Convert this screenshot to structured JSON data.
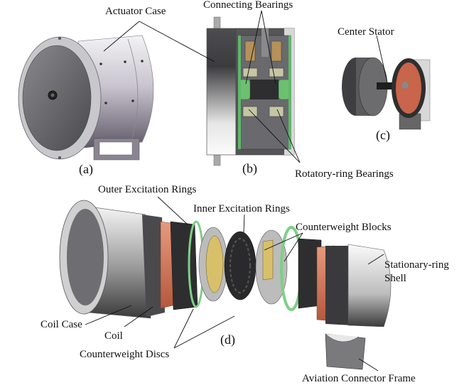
{
  "figure": {
    "panels": [
      {
        "id": "a",
        "caption": "(a)"
      },
      {
        "id": "b",
        "caption": "(b)"
      },
      {
        "id": "c",
        "caption": "(c)"
      },
      {
        "id": "d",
        "caption": "(d)"
      }
    ],
    "labels": {
      "actuator_case": "Actuator Case",
      "connecting_bearings": "Connecting Bearings",
      "center_stator": "Center Stator",
      "rotatory_ring_bearings": "Rotatory-ring Bearings",
      "outer_excitation_rings": "Outer Excitation Rings",
      "inner_excitation_rings": "Inner Excitation Rings",
      "counterweight_blocks": "Counterweight Blocks",
      "stationary_ring_shell_line1": "Stationary-ring",
      "stationary_ring_shell_line2": "Shell",
      "coil_case": "Coil Case",
      "coil": "Coil",
      "counterweight_discs": "Counterweight Discs",
      "aviation_connector_frame": "Aviation Connector Frame"
    },
    "colors": {
      "coil": "#d9795a",
      "green_ring": "#7fcf86",
      "counterweight_block": "#d9c07a",
      "bearing_green": "#6cc070",
      "dark_ring": "#2e2e30",
      "case_light": "#e6e4ea",
      "case_shadow": "#6e6878"
    }
  }
}
